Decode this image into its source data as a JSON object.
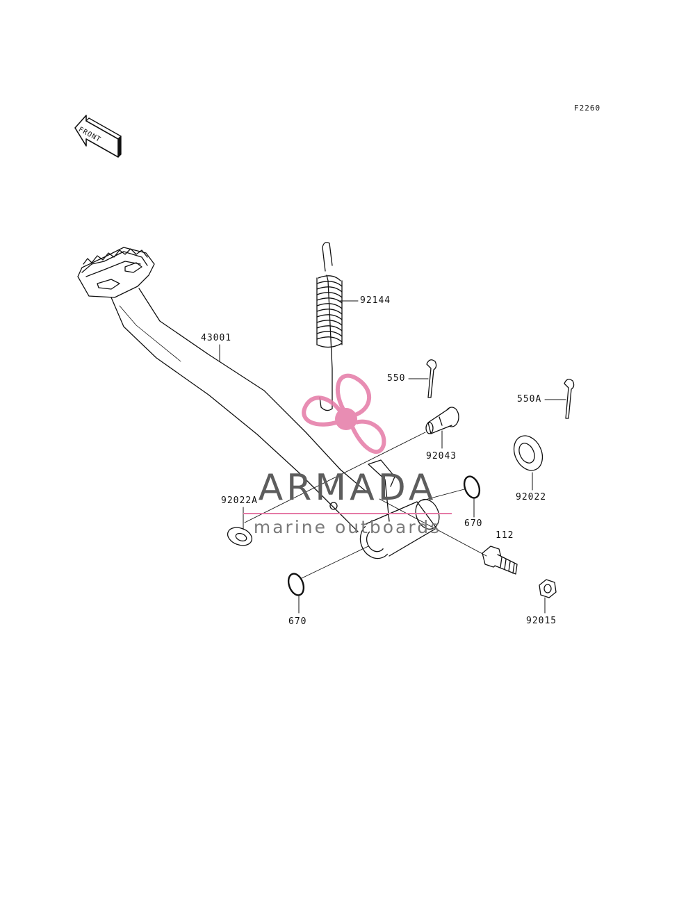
{
  "diagram_id": "F2260",
  "front_label": "FRONT",
  "watermark": {
    "brand": "ARMADA",
    "tagline": "marine outboards",
    "accent_color": "#e57aa6",
    "text_color": "#5d5d5d"
  },
  "parts": [
    {
      "key": "pedal",
      "label": "43001"
    },
    {
      "key": "spring",
      "label": "92144"
    },
    {
      "key": "cotter-pin",
      "label": "550"
    },
    {
      "key": "cotter-pin-a",
      "label": "550A"
    },
    {
      "key": "pin",
      "label": "92043"
    },
    {
      "key": "washer",
      "label": "92022"
    },
    {
      "key": "washer-a",
      "label": "92022A"
    },
    {
      "key": "oring-right",
      "label": "670"
    },
    {
      "key": "oring-left",
      "label": "670"
    },
    {
      "key": "bolt",
      "label": "112"
    },
    {
      "key": "nut",
      "label": "92015"
    }
  ]
}
